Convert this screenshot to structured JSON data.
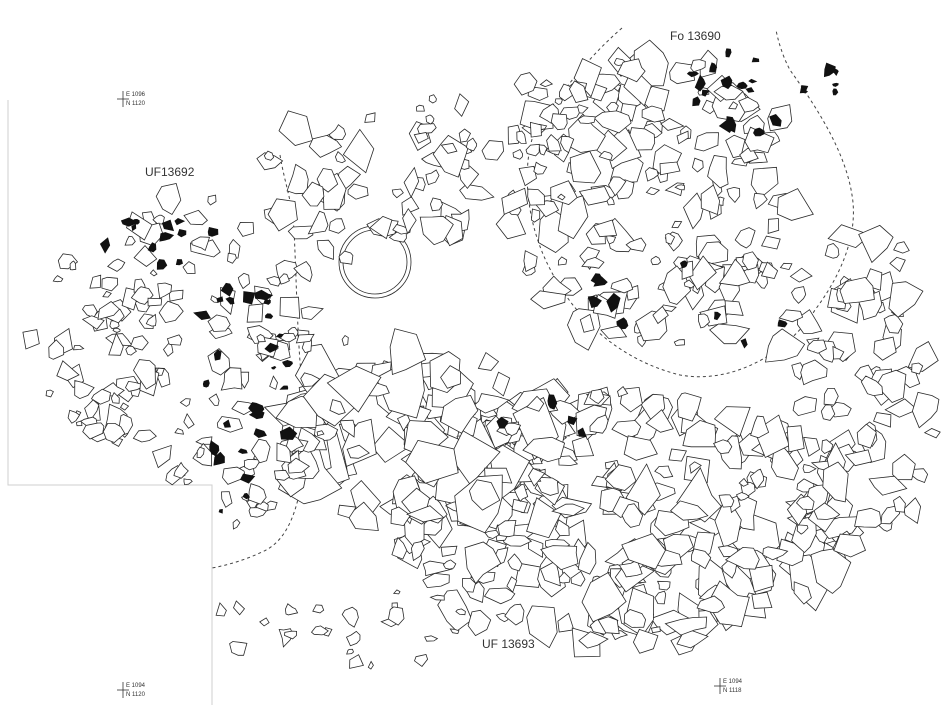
{
  "zones": [
    {
      "id": "fo13690",
      "label": "Fo 13690"
    },
    {
      "id": "uf13692",
      "label": "UF13692"
    },
    {
      "id": "uf13693",
      "label": "UF 13693"
    }
  ],
  "grid_markers": [
    {
      "id": "nw",
      "e": "E 1096",
      "n": "N 1120"
    },
    {
      "id": "sw",
      "e": "E 1094",
      "n": "N 1120"
    },
    {
      "id": "se",
      "e": "E 1094",
      "n": "N 1118"
    }
  ],
  "legend": {
    "outline_fill": "#ffffff",
    "dark_fill": "#111111",
    "line_color": "#2a2a2a"
  }
}
